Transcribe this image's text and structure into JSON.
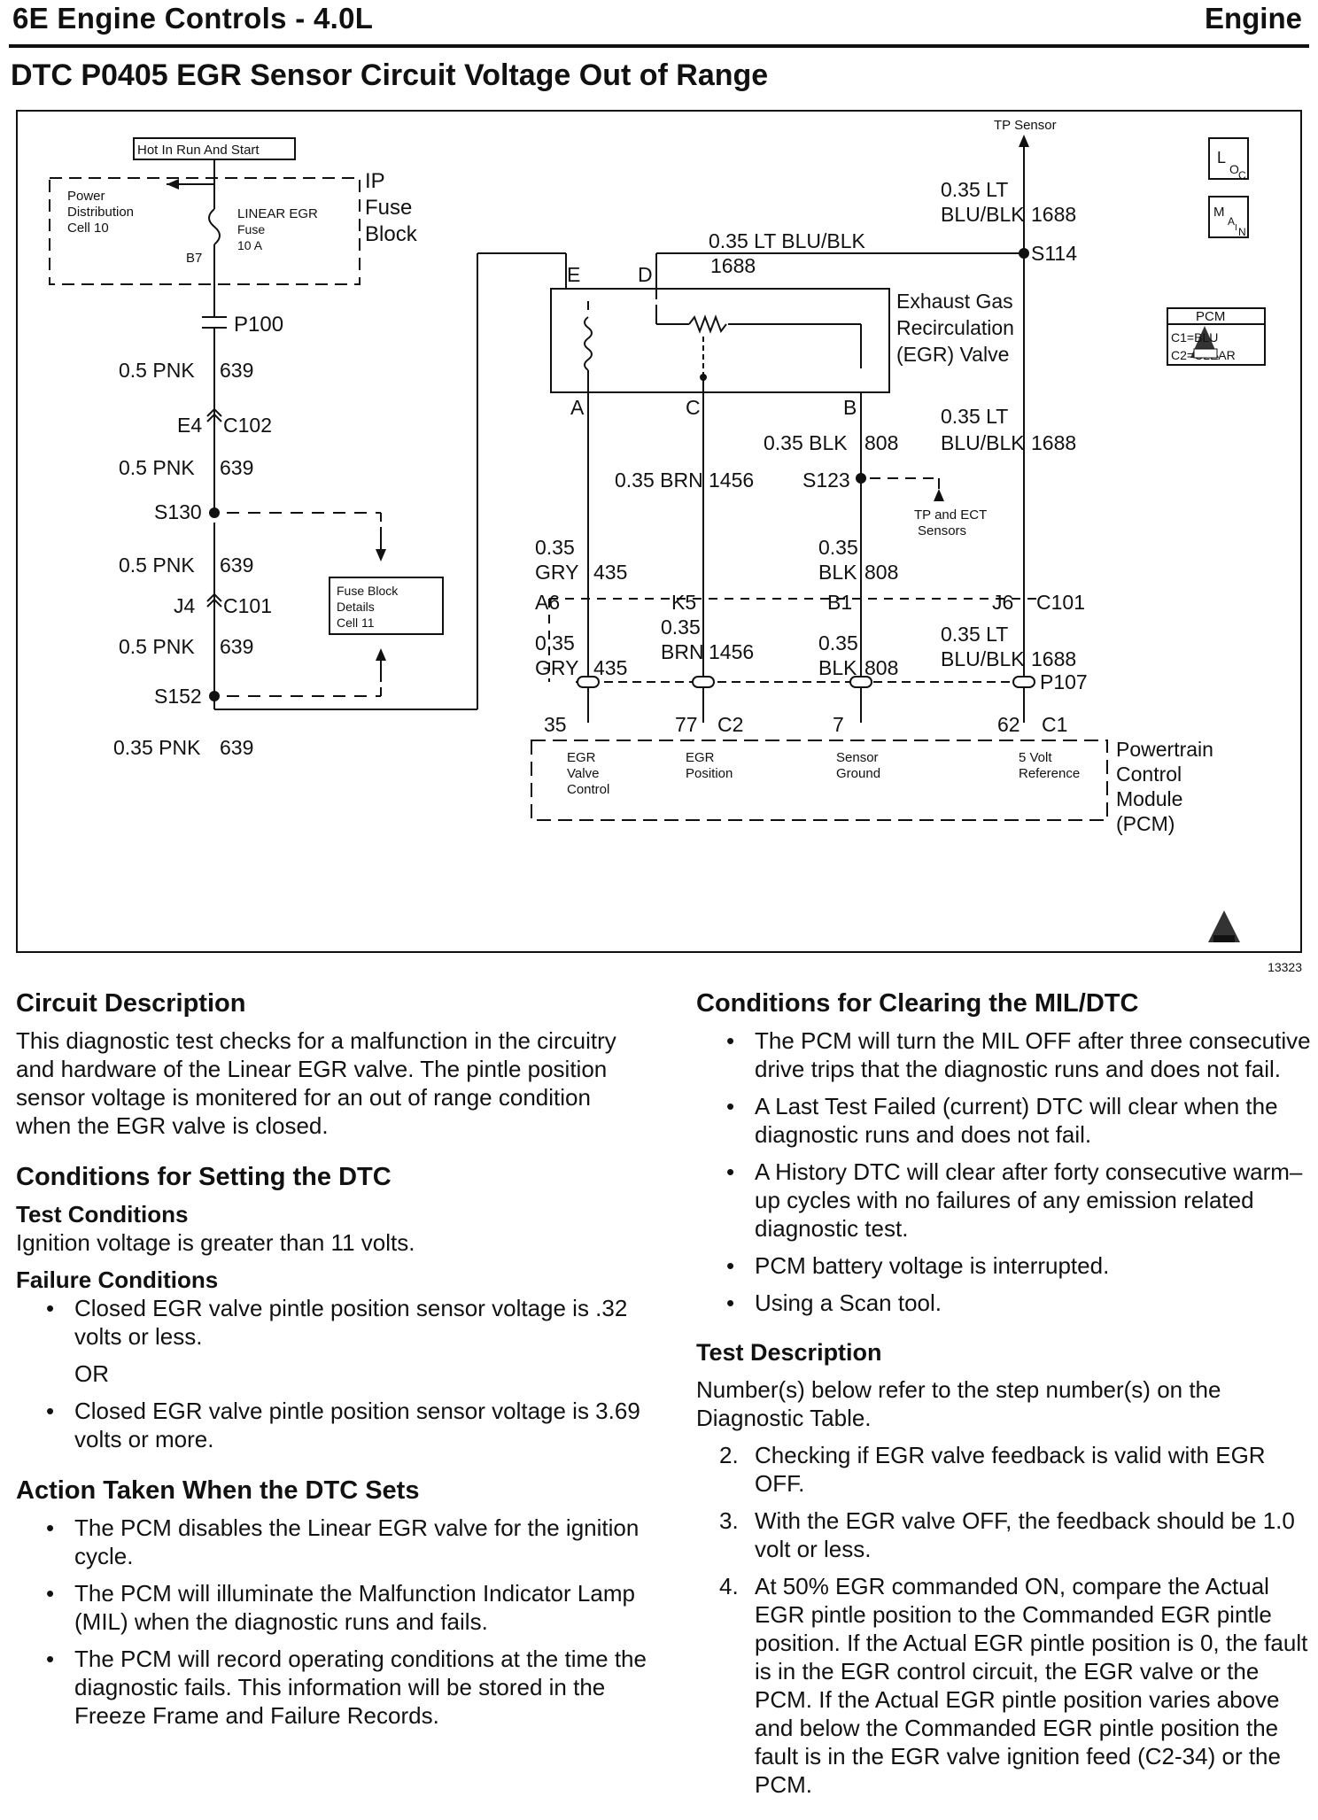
{
  "header": {
    "left": "6E   Engine Controls - 4.0L",
    "right": "Engine"
  },
  "title": "DTC P0405 EGR Sensor Circuit Voltage Out of Range",
  "figure_number": "13323",
  "diagram": {
    "hot_label": "Hot In Run And Start",
    "power_dist": [
      "Power",
      "Distribution",
      "Cell 10"
    ],
    "fuse": [
      "LINEAR EGR",
      "Fuse",
      "10 A"
    ],
    "fuse_pin": "B7",
    "ip_fuse_block": [
      "IP",
      "Fuse",
      "Block"
    ],
    "p100": "P100",
    "left_wires": [
      "0.5 PNK",
      "639",
      "0.5 PNK",
      "639",
      "0.5 PNK",
      "639",
      "0.5 PNK",
      "639",
      "0.35 PNK",
      "639"
    ],
    "left_connectors": [
      "E4",
      "C102",
      "S130",
      "J4",
      "C101",
      "S152"
    ],
    "fuse_details": [
      "Fuse Block",
      "Details",
      "Cell 11"
    ],
    "egr_valve_label": [
      "Exhaust Gas",
      "Recirculation",
      "(EGR) Valve"
    ],
    "egr_pins": [
      "E",
      "D",
      "A",
      "C",
      "B"
    ],
    "top_wire": [
      "0.35 LT BLU/BLK",
      "1688"
    ],
    "tp_sensor": "TP Sensor",
    "s114_wire": [
      "0.35 LT",
      "BLU/BLK",
      "1688",
      "S114"
    ],
    "right_wire_upper": [
      "0.35 LT",
      "BLU/BLK",
      "1688"
    ],
    "blk_upper": [
      "0.35 BLK",
      "808"
    ],
    "brn_upper": [
      "0.35 BRN",
      "1456"
    ],
    "s123": "S123",
    "tp_ect": [
      "TP and ECT",
      "Sensors"
    ],
    "gry_upper": [
      "0.35",
      "GRY",
      "435"
    ],
    "blk_mid": [
      "0.35",
      "BLK",
      "808"
    ],
    "c101_pins": [
      "A6",
      "K5",
      "B1",
      "J6",
      "C101"
    ],
    "gry_lower": [
      "0.35",
      "GRY",
      "435"
    ],
    "brn_lower": [
      "0.35",
      "BRN",
      "1456"
    ],
    "blk_lower": [
      "0.35",
      "BLK",
      "808"
    ],
    "blu_lower": [
      "0.35 LT",
      "BLU/BLK",
      "1688"
    ],
    "p107": "P107",
    "pcm_pins": [
      "35",
      "77",
      "C2",
      "7",
      "62",
      "C1"
    ],
    "pcm_labels": [
      [
        "EGR",
        "Valve",
        "Control"
      ],
      [
        "EGR",
        "Position"
      ],
      [
        "Sensor",
        "Ground"
      ],
      [
        "5 Volt",
        "Reference"
      ]
    ],
    "pcm_name": [
      "Powertrain",
      "Control",
      "Module",
      "(PCM)"
    ],
    "legend": {
      "title": "PCM",
      "c1": "C1=BLU",
      "c2": "C2=CLEAR"
    },
    "icons": [
      "loc-icon",
      "main-icon",
      "obd2-icon",
      "esd-icon"
    ]
  },
  "left_column": {
    "circuit_description": {
      "heading": "Circuit Description",
      "text": "This diagnostic test checks for a malfunction in the circuitry and hardware of the Linear EGR valve. The pintle position sensor voltage is monitered for an out of range condition when the EGR valve is closed."
    },
    "setting": {
      "heading": "Conditions for Setting the DTC",
      "test_conditions_heading": "Test Conditions",
      "test_conditions_text": "Ignition voltage is greater than 11 volts.",
      "failure_heading": "Failure Conditions",
      "failure_1": "Closed EGR valve pintle position sensor voltage is .32 volts or less.",
      "or": "OR",
      "failure_2": "Closed EGR valve pintle position sensor voltage is 3.69 volts or more."
    },
    "action": {
      "heading": "Action Taken When the DTC Sets",
      "items": [
        "The PCM disables the Linear EGR valve for the ignition cycle.",
        "The PCM will illuminate the Malfunction Indicator Lamp (MIL) when the diagnostic runs and fails.",
        "The PCM will record operating conditions at the time the diagnostic fails. This information will be stored in the Freeze Frame and Failure Records."
      ]
    }
  },
  "right_column": {
    "clearing": {
      "heading": "Conditions for Clearing the MIL/DTC",
      "items": [
        "The PCM will turn the MIL OFF after three consecutive drive trips that the diagnostic runs and does not fail.",
        "A Last Test Failed (current) DTC will clear when the diagnostic runs and does not fail.",
        "A History DTC will clear after forty consecutive warm–up cycles with no failures of any emission related diagnostic test.",
        "PCM battery voltage is interrupted.",
        "Using a Scan tool."
      ]
    },
    "test_description": {
      "heading": "Test Description",
      "intro": "Number(s) below refer to the step number(s) on the Diagnostic Table.",
      "steps": [
        {
          "num": "2.",
          "text": "Checking if EGR valve feedback is valid with EGR OFF."
        },
        {
          "num": "3.",
          "text": "With the EGR valve OFF, the feedback should be 1.0 volt or less."
        },
        {
          "num": "4.",
          "text": "At 50% EGR commanded ON, compare the Actual EGR pintle position to the Commanded EGR pintle position. If the Actual EGR pintle position is 0, the fault is in the EGR control circuit, the EGR valve or the PCM. If the Actual EGR pintle position varies above and below the Commanded EGR pintle position the fault is in the EGR valve ignition feed (C2-34) or the PCM."
        }
      ]
    }
  }
}
